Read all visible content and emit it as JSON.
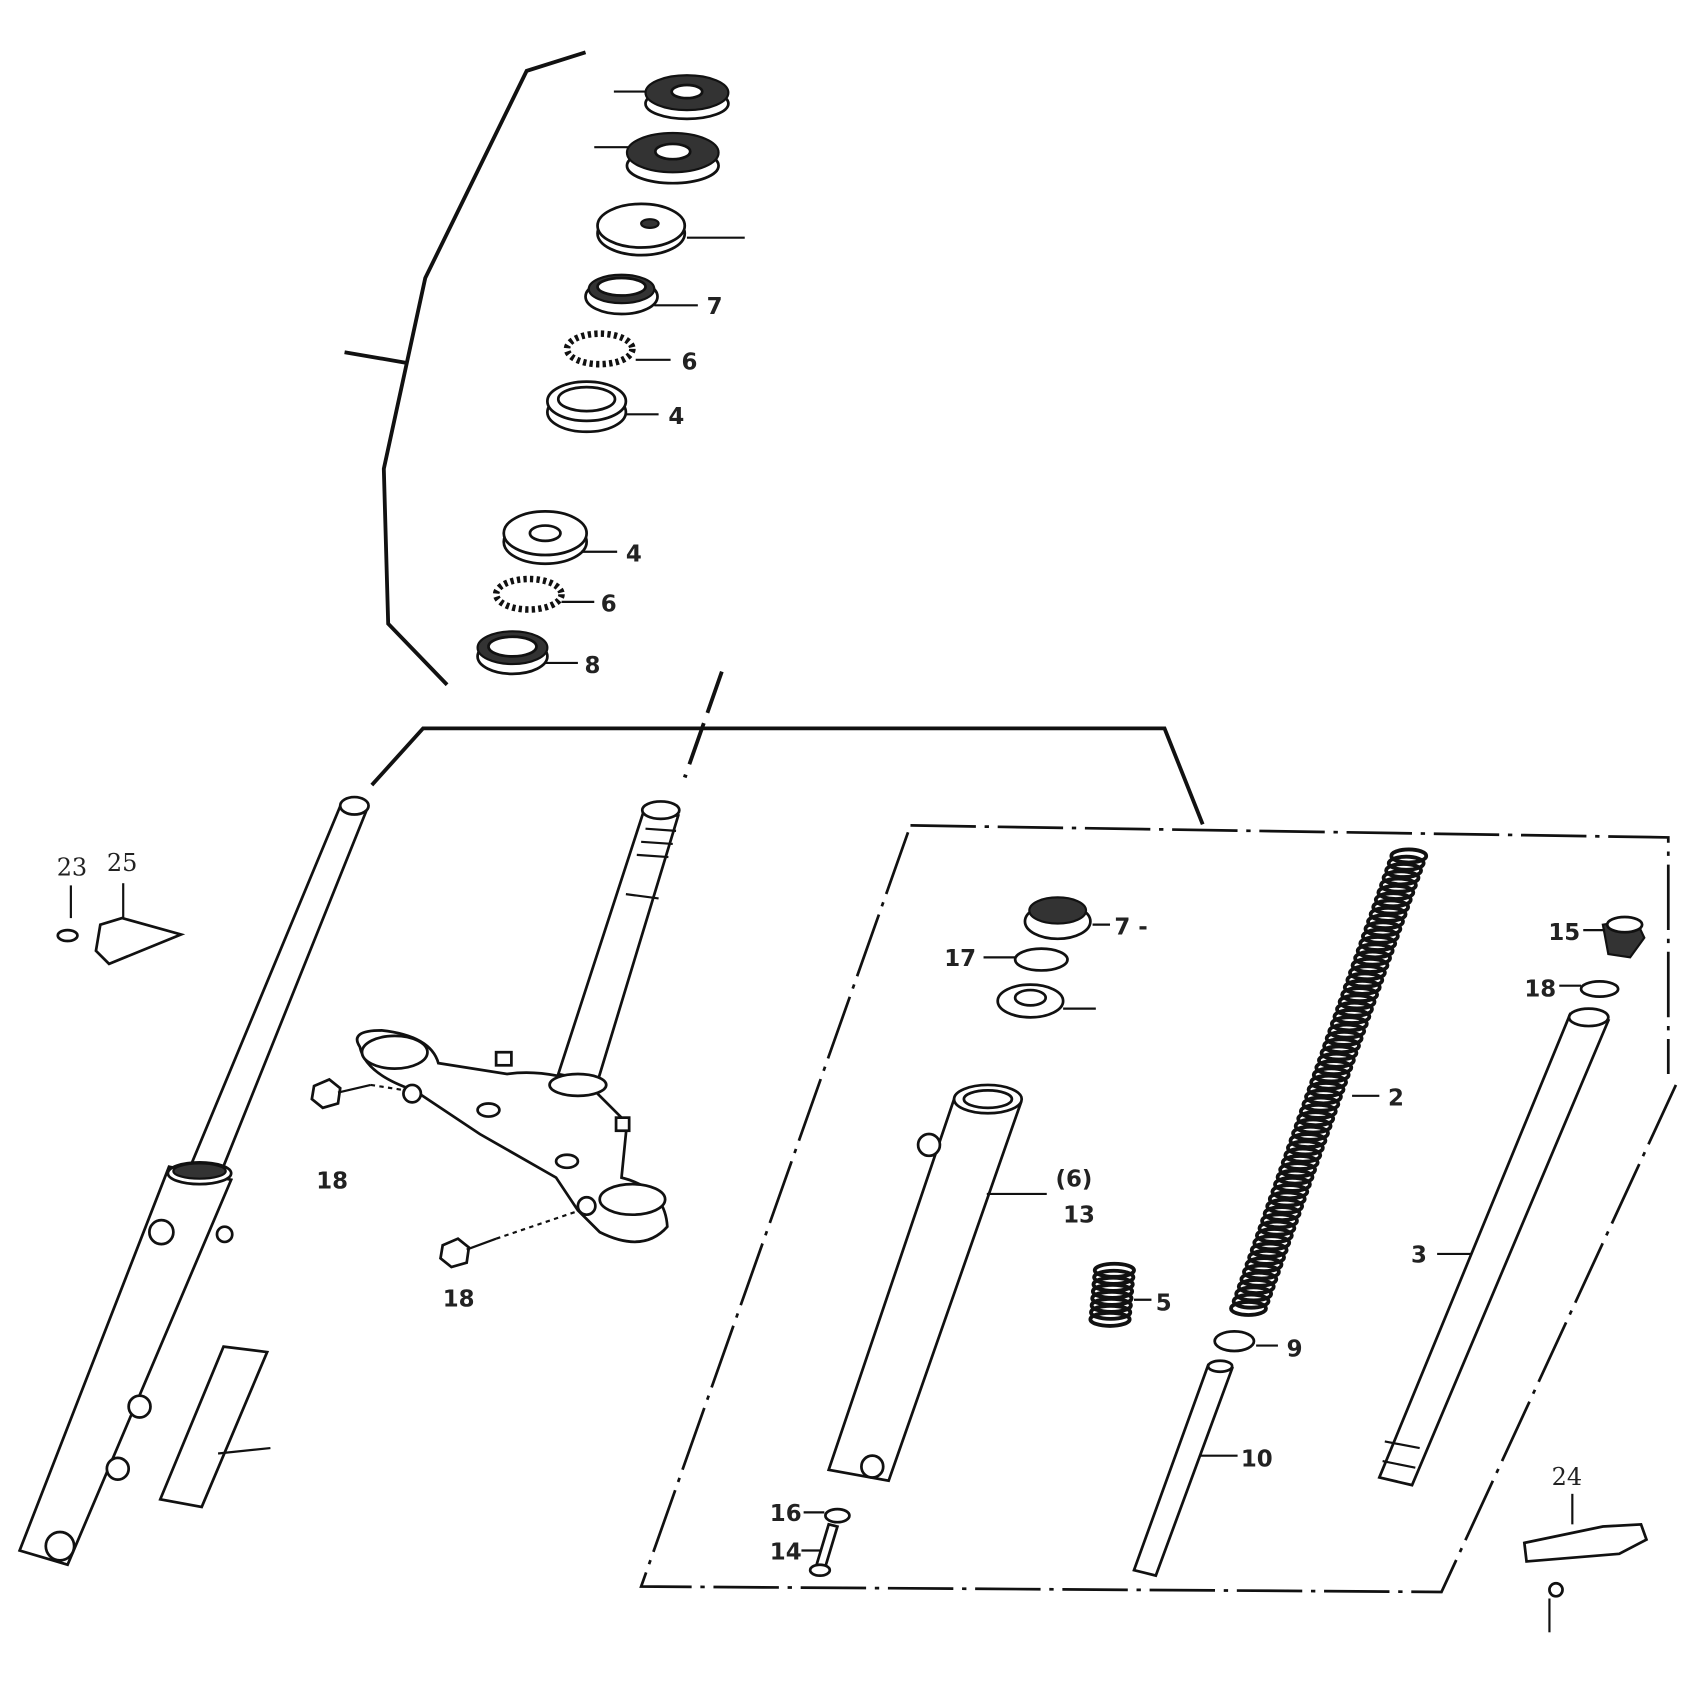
{
  "diagram": {
    "title": "Front fork and steering stem exploded parts diagram",
    "callouts": {
      "top_7": "7",
      "top_6": "6",
      "top_4": "4",
      "low_4": "4",
      "low_6": "6",
      "low_8": "8",
      "c23": "23",
      "c25": "25",
      "c18a": "18",
      "c18b": "18",
      "r7": "7 -",
      "c17": "17",
      "c6p": "(6)",
      "c13": "13",
      "c2": "2",
      "c5": "5",
      "c9": "9",
      "c10": "10",
      "c3": "3",
      "c15": "15",
      "c18c": "18",
      "c16": "16",
      "c14": "14",
      "c24": "24"
    }
  }
}
